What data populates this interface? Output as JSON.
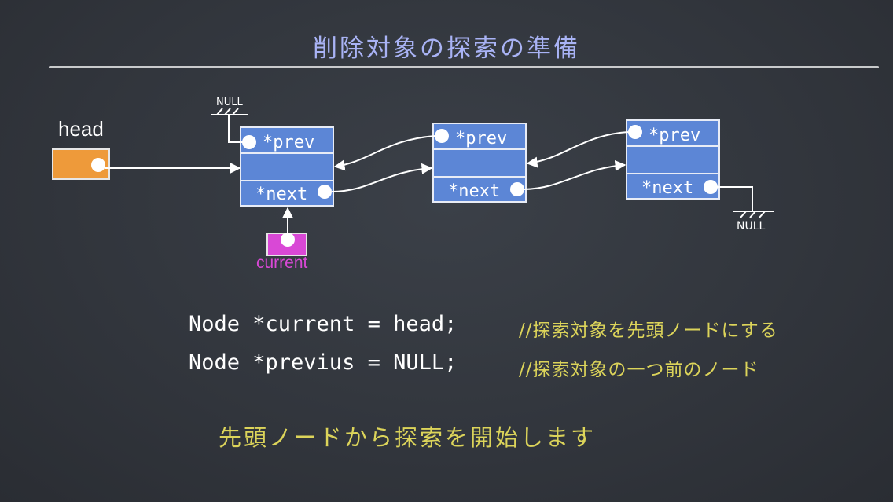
{
  "slide": {
    "title": "削除対象の探索の準備"
  },
  "diagram": {
    "head_label": "head",
    "current_label": "current",
    "null_label": "NULL",
    "prev_label": "*prev",
    "next_label": "*next",
    "node_count": 3
  },
  "code": {
    "lines": [
      {
        "code": "Node *current = head;",
        "comment": "//探索対象を先頭ノードにする"
      },
      {
        "code": "Node *previus = NULL;",
        "comment": "//探索対象の一つ前のノード"
      }
    ]
  },
  "summary": "先頭ノードから探索を開始します",
  "colors": {
    "node_fill": "#5c86d6",
    "head_box": "#ee9a3a",
    "current_box": "#d948d6",
    "title": "#a9b3f5",
    "comment": "#dcd45a"
  }
}
